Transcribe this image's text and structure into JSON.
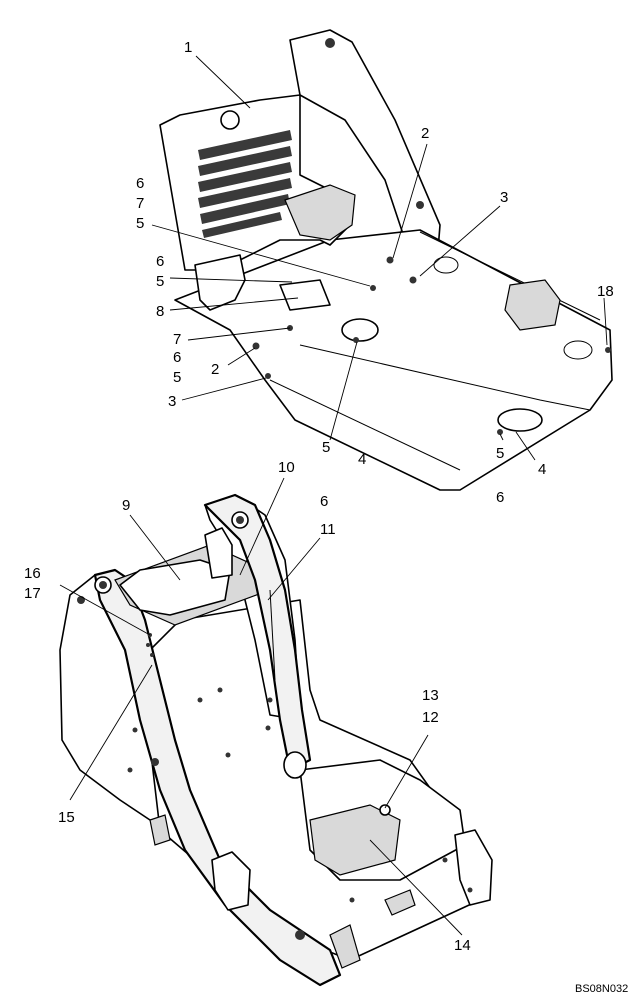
{
  "figure_code": "BS08N032",
  "callouts": {
    "top_1": "1",
    "top_2a": "2",
    "top_3a": "3",
    "top_18": "18",
    "top_6a": "6",
    "top_7a": "7",
    "top_5a": "5",
    "top_6b": "6",
    "top_5b": "5",
    "top_8": "8",
    "top_7b": "7",
    "top_6c": "6",
    "top_2b": "2",
    "top_5c": "5",
    "top_3b": "3",
    "top_5d": "5",
    "top_4a": "4",
    "top_5e": "5",
    "top_4b": "4",
    "top_6d": "6",
    "bot_10": "10",
    "bot_9": "9",
    "bot_6": "6",
    "bot_11": "11",
    "bot_16": "16",
    "bot_17": "17",
    "bot_15": "15",
    "bot_13": "13",
    "bot_12": "12",
    "bot_14": "14"
  }
}
